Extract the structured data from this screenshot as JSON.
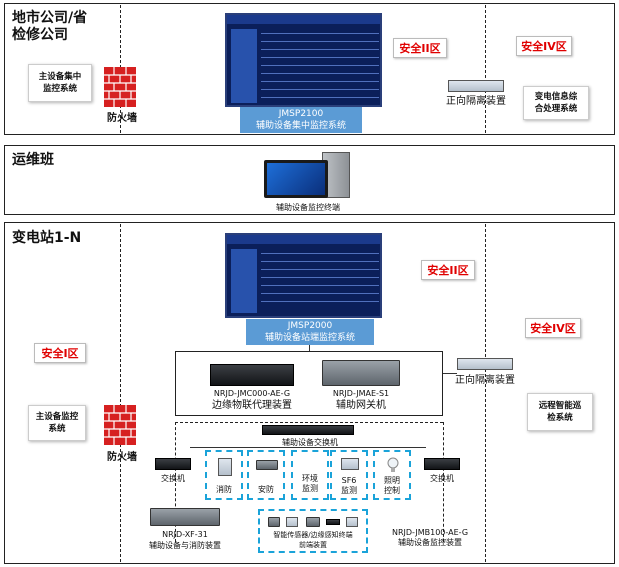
{
  "top_panel": {
    "title": "地市公司/省\n检修公司",
    "zone_ii": "安全II区",
    "zone_iv": "安全IV区",
    "main_monitor_system": "主设备集中\n监控系统",
    "firewall": "防火墙",
    "platform_code": "JMSP2100",
    "platform_name": "辅助设备集中监控系统",
    "isolation_device": "正向隔离装置",
    "info_system": "变电信息综\n合处理系统"
  },
  "middle_panel": {
    "title": "运维班",
    "workstation": "辅助设备监控终端"
  },
  "bottom_panel": {
    "title": "变电站1-N",
    "zone_i": "安全I区",
    "zone_ii": "安全II区",
    "zone_iv": "安全IV区",
    "main_monitor_system": "主设备监控\n系统",
    "firewall": "防火墙",
    "platform_code": "JMSP2000",
    "platform_name": "辅助设备站端监控系统",
    "iot_proxy_model": "NRJD-JMC000-AE-G",
    "iot_proxy_name": "边缘物联代理装置",
    "gateway_model": "NRJD-JMAE-S1",
    "gateway_name": "辅助网关机",
    "isolation_device": "正向隔离装置",
    "remote_inspection": "远程智能巡\n检系统",
    "switch_main": "辅助设备交换机",
    "switch_left": "交换机",
    "switch_right": "交换机",
    "subsystems": [
      {
        "key": "fire",
        "label": "消防"
      },
      {
        "key": "security",
        "label": "安防"
      },
      {
        "key": "env",
        "label": "环境\n监测"
      },
      {
        "key": "sf6",
        "label": "SF6\n监测"
      },
      {
        "key": "light",
        "label": "照明\n控制"
      }
    ],
    "fire_alarm_host": "NRJD-XF-31",
    "fire_alarm_name": "辅助设备与消防装置",
    "sensors_label": "智能传感器/边缘感知终端\n前端装置",
    "robot_label": "NRJD-JMB100-AE-G\n辅助设备监控装置"
  },
  "colors": {
    "panel_border": "#222222",
    "zone_text": "#e00000",
    "caption_bg": "#5b9bd5",
    "subsystem_border": "#1aa3d9",
    "firewall_red": "#d62020"
  }
}
